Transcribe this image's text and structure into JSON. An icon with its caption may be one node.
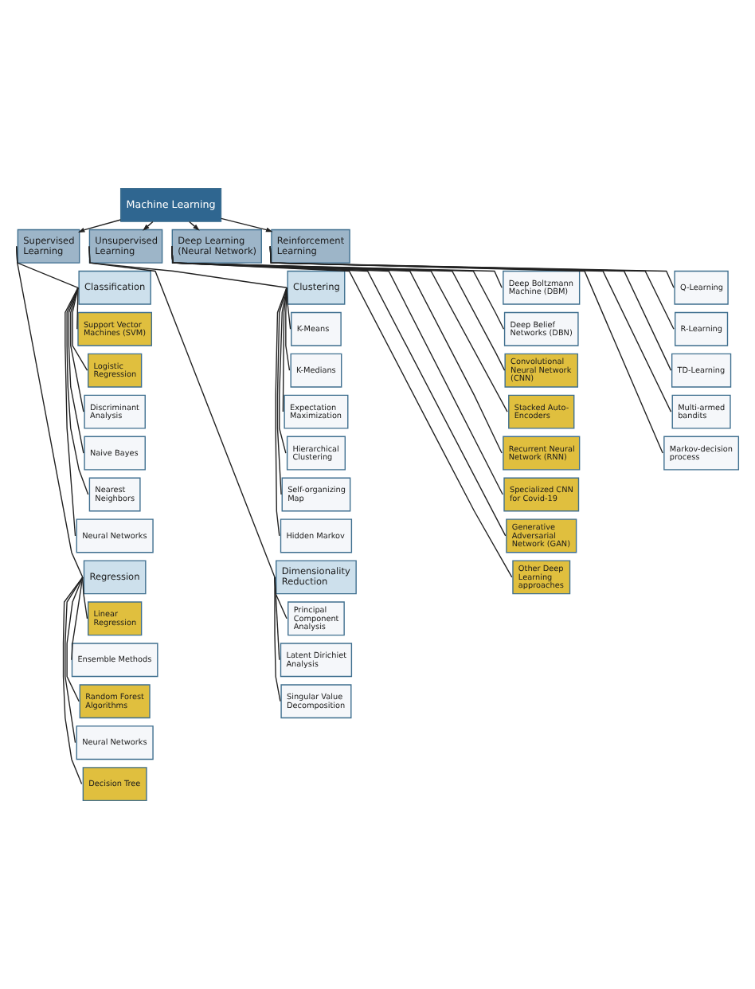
{
  "diagram": {
    "nodes": [
      {
        "text": [
          "Machine Learning"
        ]
      },
      {
        "text": [
          "Supervised Learning"
        ]
      },
      {
        "text": [
          "Unsupervised Learning"
        ]
      },
      {
        "text": [
          "Deep Learning (Neural Network)"
        ]
      },
      {
        "text": [
          "Reinforcement Learning"
        ]
      },
      {
        "text": [
          "Classification"
        ]
      },
      {
        "text": [
          "Support Vector Machines (SVM)"
        ]
      },
      {
        "text": [
          "Logistic Regression"
        ]
      },
      {
        "text": [
          "Discriminant Analysis"
        ]
      },
      {
        "text": [
          "Naive Bayes"
        ]
      },
      {
        "text": [
          "Nearest Neighbors"
        ]
      },
      {
        "text": [
          "Neural Networks"
        ]
      },
      {
        "text": [
          "Regression"
        ]
      },
      {
        "text": [
          "Linear Regression"
        ]
      },
      {
        "text": [
          "Ensemble Methods"
        ]
      },
      {
        "text": [
          "Random Forest Algorithms"
        ]
      },
      {
        "text": [
          "Neural Networks"
        ]
      },
      {
        "text": [
          "Decision Tree"
        ]
      },
      {
        "text": [
          "Clustering"
        ]
      },
      {
        "text": [
          "K-Means"
        ]
      },
      {
        "text": [
          "K-Medians"
        ]
      },
      {
        "text": [
          "Expectation Maximization"
        ]
      },
      {
        "text": [
          "Hierarchical Clustering"
        ]
      },
      {
        "text": [
          "Self-organizing Map"
        ]
      },
      {
        "text": [
          "Hidden Markov"
        ]
      },
      {
        "text": [
          "Dimensionality Reduction"
        ]
      },
      {
        "text": [
          "Principal Component Analysis"
        ]
      },
      {
        "text": [
          "Latent Dirichiet Analysis"
        ]
      },
      {
        "text": [
          "Singular Value Decomposition"
        ]
      },
      {
        "text": [
          "Deep Boltzmann Machine (DBM)"
        ]
      },
      {
        "text": [
          "Deep Belief Networks (DBN)"
        ]
      },
      {
        "text": [
          "Convolutional Neural Network (CNN)"
        ]
      },
      {
        "text": [
          "Stacked Auto-Encoders"
        ]
      },
      {
        "text": [
          "Recurrent Neural Network (RNN)"
        ]
      },
      {
        "text": [
          "Specialized CNN for Covid-19"
        ]
      },
      {
        "text": [
          "Generative Adversarial Network (GAN)"
        ]
      },
      {
        "text": [
          "Other Deep Learning approaches"
        ]
      },
      {
        "text": [
          "Q-Learning"
        ]
      },
      {
        "text": [
          "R-Learning"
        ]
      },
      {
        "text": [
          "TD-Learning"
        ]
      },
      {
        "text": [
          "Multi-armed bandits"
        ]
      },
      {
        "text": [
          "Markov-decision process"
        ]
      }
    ],
    "edges": [
      {
        "from": 0,
        "to": 1,
        "arrow": "to"
      },
      {
        "from": 0,
        "to": 2,
        "arrow": "to"
      },
      {
        "from": 0,
        "to": 3,
        "arrow": "to"
      },
      {
        "from": 0,
        "to": 4,
        "arrow": "to"
      },
      {
        "from": 1,
        "to": 5,
        "arrow": "none"
      },
      {
        "from": 5,
        "to": 6,
        "arrow": "none"
      },
      {
        "from": 5,
        "to": 7,
        "arrow": "none"
      },
      {
        "from": 5,
        "to": 8,
        "arrow": "none"
      },
      {
        "from": 5,
        "to": 9,
        "arrow": "none"
      },
      {
        "from": 5,
        "to": 10,
        "arrow": "none"
      },
      {
        "from": 5,
        "to": 11,
        "arrow": "none"
      },
      {
        "from": 1,
        "to": 12,
        "arrow": "none"
      },
      {
        "from": 12,
        "to": 13,
        "arrow": "none"
      },
      {
        "from": 12,
        "to": 14,
        "arrow": "none"
      },
      {
        "from": 12,
        "to": 15,
        "arrow": "none"
      },
      {
        "from": 12,
        "to": 16,
        "arrow": "none"
      },
      {
        "from": 12,
        "to": 17,
        "arrow": "none"
      },
      {
        "from": 2,
        "to": 18,
        "arrow": "none"
      },
      {
        "from": 18,
        "to": 19,
        "arrow": "none"
      },
      {
        "from": 18,
        "to": 20,
        "arrow": "none"
      },
      {
        "from": 18,
        "to": 21,
        "arrow": "none"
      },
      {
        "from": 18,
        "to": 22,
        "arrow": "none"
      },
      {
        "from": 18,
        "to": 23,
        "arrow": "none"
      },
      {
        "from": 18,
        "to": 24,
        "arrow": "none"
      },
      {
        "from": 2,
        "to": 25,
        "arrow": "none"
      },
      {
        "from": 25,
        "to": 26,
        "arrow": "none"
      },
      {
        "from": 25,
        "to": 27,
        "arrow": "none"
      },
      {
        "from": 25,
        "to": 28,
        "arrow": "none"
      },
      {
        "from": 3,
        "to": 29,
        "arrow": "none"
      },
      {
        "from": 3,
        "to": 30,
        "arrow": "none"
      },
      {
        "from": 3,
        "to": 31,
        "arrow": "none"
      },
      {
        "from": 3,
        "to": 32,
        "arrow": "none"
      },
      {
        "from": 3,
        "to": 33,
        "arrow": "none"
      },
      {
        "from": 3,
        "to": 34,
        "arrow": "none"
      },
      {
        "from": 3,
        "to": 35,
        "arrow": "none"
      },
      {
        "from": 3,
        "to": 36,
        "arrow": "none"
      },
      {
        "from": 4,
        "to": 37,
        "arrow": "none"
      },
      {
        "from": 4,
        "to": 38,
        "arrow": "none"
      },
      {
        "from": 4,
        "to": 39,
        "arrow": "none"
      },
      {
        "from": 4,
        "to": 40,
        "arrow": "none"
      },
      {
        "from": 4,
        "to": 41,
        "arrow": "none"
      }
    ]
  }
}
